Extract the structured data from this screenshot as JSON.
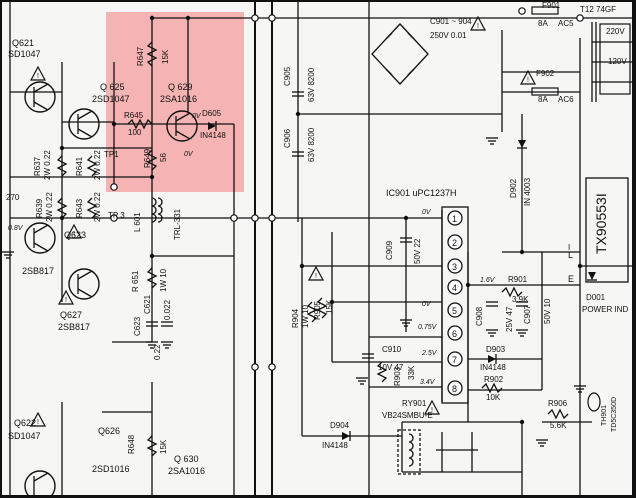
{
  "labels": {
    "q621": "Q621",
    "q621_part": "SD1047",
    "q625": "Q 625",
    "q625_part": "2SD1047",
    "q629": "Q 629",
    "q629_part": "2SA1016",
    "r647": "R647",
    "r647_val": "15K",
    "r645": "R645",
    "r645_val": "100",
    "r649": "R649",
    "r649_val": "56",
    "d605": "D605",
    "d605_part": "IN4148",
    "ov1": "0V",
    "ov2": "0V",
    "tp1": "TP1",
    "tp3": "TP 3",
    "r637": "R637",
    "r637_val": "2W 0.22",
    "r641": "R641",
    "r641_val": "2W 0.22",
    "r639": "R639",
    "r639_val": "2W 0.22",
    "r643": "R643",
    "r643_val": "2W 0.22",
    "l601": "L 601",
    "trl": "TRL-331",
    "v58": "0.8V",
    "n270": "270",
    "q623": "Q623",
    "q623_part": "2SB817",
    "q627": "Q627",
    "q627_part": "2SB817",
    "r651": "R 651",
    "r651_val": "1W 10",
    "c623": "C623",
    "c621": "C621",
    "c_val": "0.22",
    "c_val2": "0.022",
    "q622": "Q622",
    "q622_part": "SD1047",
    "q626": "Q626",
    "q626_part": "2SD1016",
    "r648": "R648",
    "r648_val": "15K",
    "q630": "Q 630",
    "q630_part": "2SA1016",
    "c905": "C905",
    "c905_val": "63V 8200",
    "c906": "C906",
    "c906_val": "63V 8200",
    "c901": "C901 ~ 904",
    "c901_val": "250V 0.01",
    "f901": "F901",
    "f901_val": "8A",
    "f901_ac": "AC5",
    "f902": "F902",
    "f902_val": "8A",
    "f902_ac": "AC6",
    "t": "T12 74GF",
    "v220": "220V",
    "v120": "120V",
    "d902": "D902",
    "d902_part": "IN 4003",
    "tx": "TX90553I",
    "ic901": "IC901 uPC1237H",
    "pin1": "1",
    "pin2": "2",
    "pin3": "3",
    "pin4": "4",
    "pin5": "5",
    "pin6": "6",
    "pin7": "7",
    "pin8": "8",
    "p1v": "0V",
    "p4v": "1.6V",
    "p5v": "0V",
    "p6v": "0.75V",
    "p7v": "2.5V",
    "p8v": "3.4V",
    "c909": "C909",
    "c909_val": "50V 22",
    "r904": "R904",
    "r904_val": "1W 10",
    "r905": "R905",
    "r905_val": "15K",
    "r901": "R901",
    "r901_val": "3.9K",
    "c908": "C908",
    "c908_val": "25V 47",
    "c907": "C907",
    "c907_val": "50V 10",
    "d001": "D001",
    "power_ind": "POWER IND",
    "l_mark": "L",
    "e_mark": "E",
    "i_mark": "I",
    "c910": "C910",
    "c910_val": "10V 47",
    "r903": "R903",
    "r903_val": "33K",
    "d903": "D903",
    "d903_part": "IN4148",
    "r902": "R902",
    "r902_val": "10K",
    "ry901": "RY901",
    "ry901_part": "VB24SMBU-E",
    "d904": "D904",
    "d904_part": "IN4148",
    "r906": "R906",
    "r906_val": "5.6K",
    "th": "TH901",
    "th_part": "TD5C350D"
  },
  "colors": {
    "highlight": "#f4a7a7",
    "ink": "#111111",
    "paper": "#f6f6f4"
  }
}
